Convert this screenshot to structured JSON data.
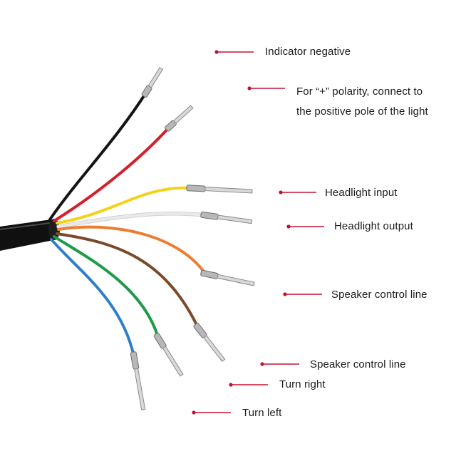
{
  "colors": {
    "pointer": "#c8102e",
    "cable_jacket": "#101010",
    "text": "#1c1c1c"
  },
  "wires": [
    {
      "name": "black-wire",
      "color": "#141414"
    },
    {
      "name": "red-wire",
      "color": "#d3202a"
    },
    {
      "name": "yellow-wire",
      "color": "#f2d21b"
    },
    {
      "name": "white-wire",
      "color": "#e9e9e9"
    },
    {
      "name": "orange-wire",
      "color": "#ee7d30"
    },
    {
      "name": "brown-wire",
      "color": "#7a4a2a"
    },
    {
      "name": "green-wire",
      "color": "#1f9a4a"
    },
    {
      "name": "blue-wire",
      "color": "#2f7ec8"
    }
  ],
  "labels": [
    {
      "text": "Indicator negative"
    },
    {
      "line1": "For “+” polarity, connect to",
      "line2": "the positive pole of the light"
    },
    {
      "text": "Headlight input"
    },
    {
      "text": "Headlight output"
    },
    {
      "text": "Speaker control line"
    },
    {
      "text": "Speaker control line"
    },
    {
      "text": "Turn right"
    },
    {
      "text": "Turn left"
    }
  ]
}
